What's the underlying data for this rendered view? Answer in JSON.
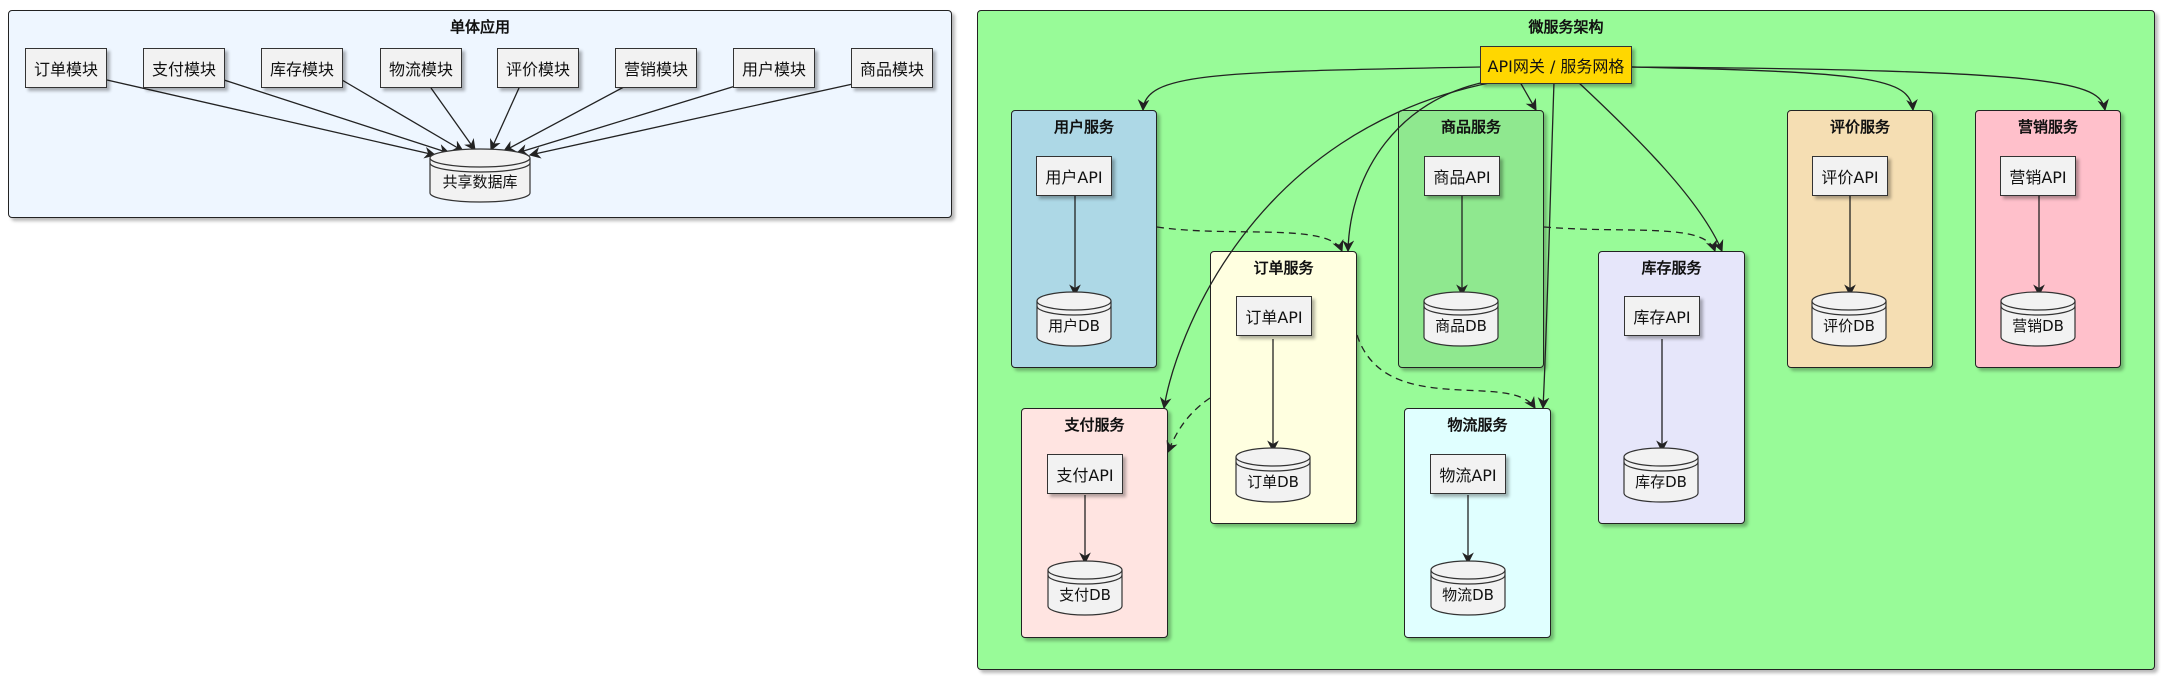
{
  "monolith": {
    "title": "单体应用",
    "modules": [
      "订单模块",
      "支付模块",
      "库存模块",
      "物流模块",
      "评价模块",
      "营销模块",
      "用户模块",
      "商品模块"
    ],
    "shared_db": "共享数据库",
    "fill": "#eef6ff"
  },
  "microservices": {
    "title": "微服务架构",
    "fill": "#98fb98",
    "gateway": {
      "label": "API网关 / 服务网格",
      "fill": "#ffd700"
    },
    "services": [
      {
        "title": "用户服务",
        "api": "用户API",
        "db": "用户DB",
        "fill": "#add8e6"
      },
      {
        "title": "订单服务",
        "api": "订单API",
        "db": "订单DB",
        "fill": "#ffffe0"
      },
      {
        "title": "商品服务",
        "api": "商品API",
        "db": "商品DB",
        "fill": "#8fe88f"
      },
      {
        "title": "库存服务",
        "api": "库存API",
        "db": "库存DB",
        "fill": "#e6e6fa"
      },
      {
        "title": "评价服务",
        "api": "评价API",
        "db": "评价DB",
        "fill": "#f5deb3"
      },
      {
        "title": "营销服务",
        "api": "营销API",
        "db": "营销DB",
        "fill": "#ffc0cb"
      },
      {
        "title": "支付服务",
        "api": "支付API",
        "db": "支付DB",
        "fill": "#ffe4e1"
      },
      {
        "title": "物流服务",
        "api": "物流API",
        "db": "物流DB",
        "fill": "#e0ffff"
      }
    ]
  }
}
